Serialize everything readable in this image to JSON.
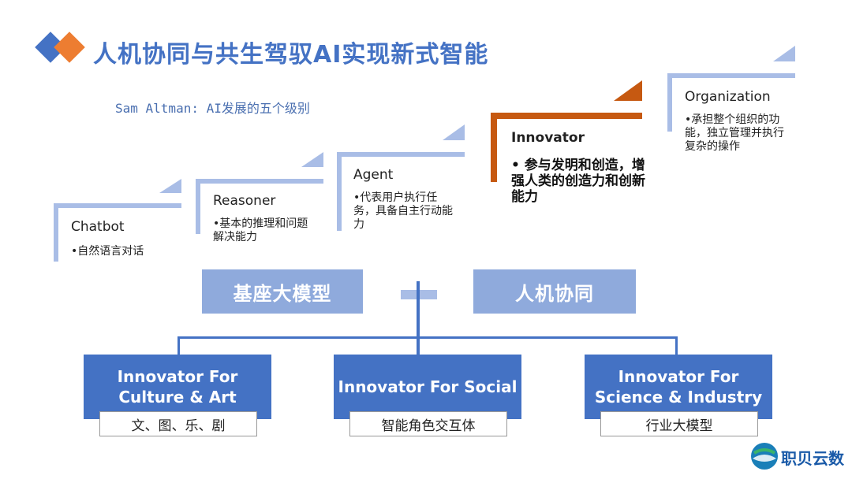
{
  "title": "人机协同与共生驾驭AI实现新式智能",
  "subtitle": "Sam Altman: AI发展的五个级别",
  "colors": {
    "blue": "#4472c4",
    "light_blue": "#8faadc",
    "stair": "#a9bde6",
    "orange": "#c65911"
  },
  "levels": [
    {
      "title": "Chatbot",
      "desc": "•自然语言对话"
    },
    {
      "title": "Reasoner",
      "desc": "•基本的推理和问题解决能力"
    },
    {
      "title": "Agent",
      "desc": "•代表用户执行任务，具备自主行动能力"
    },
    {
      "title": "Innovator",
      "desc": "•  参与发明和创造，增强人类的创造力和创新能力"
    },
    {
      "title": "Organization",
      "desc": "•承担整个组织的功能，独立管理并执行复杂的操作"
    }
  ],
  "foundation_bar": "基座大模型",
  "collab_bar": "人机协同",
  "branches": [
    {
      "title": "Innovator For Culture & Art",
      "sub": "文、图、乐、剧"
    },
    {
      "title": "Innovator For Social",
      "sub": "智能角色交互体"
    },
    {
      "title": "Innovator For Science & Industry",
      "sub": "行业大模型"
    }
  ],
  "brand": "职贝云数"
}
